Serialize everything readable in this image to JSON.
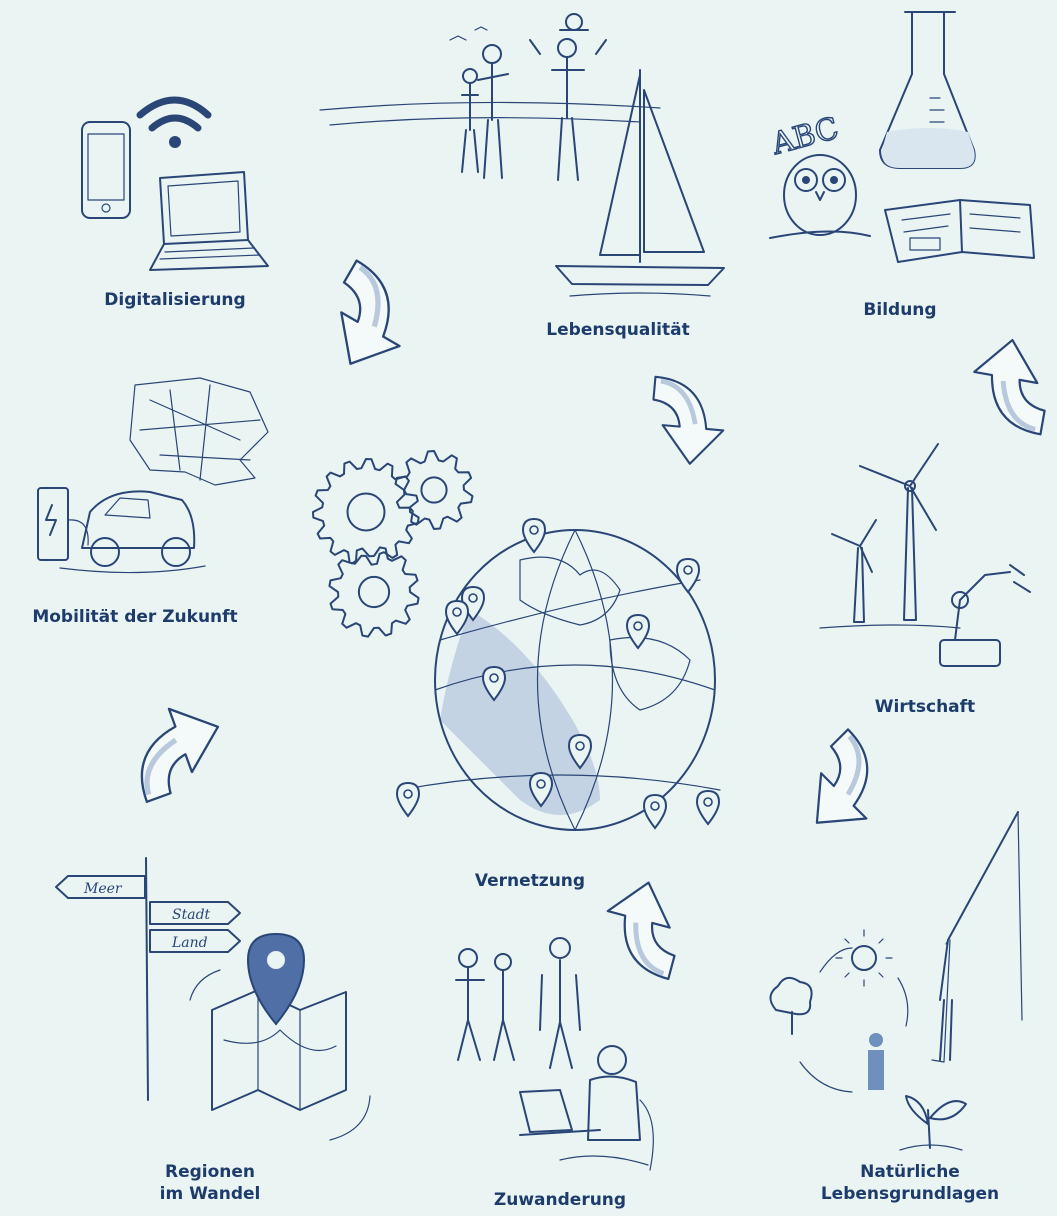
{
  "diagram": {
    "nodes": [
      {
        "id": "digitalisierung",
        "label": "Digitalisierung"
      },
      {
        "id": "lebensqualitaet",
        "label": "Lebensqualität"
      },
      {
        "id": "bildung",
        "label": "Bildung"
      },
      {
        "id": "mobilitaet",
        "label": "Mobilität der Zukunft"
      },
      {
        "id": "wirtschaft",
        "label": "Wirtschaft"
      },
      {
        "id": "vernetzung",
        "label": "Vernetzung"
      },
      {
        "id": "regionen",
        "label_line1": "Regionen",
        "label_line2": "im Wandel"
      },
      {
        "id": "zuwanderung",
        "label": "Zuwanderung"
      },
      {
        "id": "lebensgrundlagen",
        "label_line1": "Natürliche",
        "label_line2": "Lebensgrundlagen"
      }
    ],
    "signposts": [
      "Meer",
      "Stadt",
      "Land"
    ],
    "colors": {
      "ink": "#2a4677",
      "label": "#1d3c6b",
      "background": "#e9f4f3",
      "accent": "#6f8fbd"
    }
  }
}
